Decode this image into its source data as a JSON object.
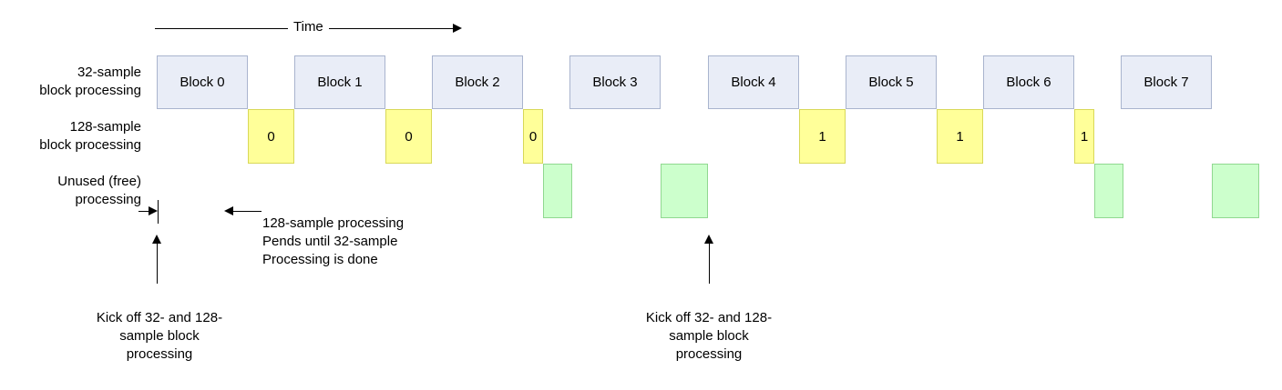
{
  "time_axis": {
    "label": "Time"
  },
  "rows": {
    "row32_label": "32-sample\nblock processing",
    "row128_label": "128-sample\nblock processing",
    "unused_label": "Unused (free)\nprocessing"
  },
  "blocks32": [
    {
      "label": "Block 0"
    },
    {
      "label": "Block 1"
    },
    {
      "label": "Block 2"
    },
    {
      "label": "Block 3"
    },
    {
      "label": "Block 4"
    },
    {
      "label": "Block 5"
    },
    {
      "label": "Block 6"
    },
    {
      "label": "Block 7"
    }
  ],
  "blocks128": [
    {
      "label": "0"
    },
    {
      "label": "0"
    },
    {
      "label": "0"
    },
    {
      "label": "1"
    },
    {
      "label": "1"
    },
    {
      "label": "1"
    }
  ],
  "annotations": {
    "pend": "128-sample processing\nPends until 32-sample\nProcessing is done",
    "kickoff1": "Kick off 32- and 128-\nsample block\nprocessing",
    "kickoff2": "Kick off 32- and 128-\nsample block\nprocessing"
  },
  "colors": {
    "block32_fill": "#E9EDF7",
    "block32_border": "#A9B4CE",
    "block128_fill": "#FFFF99",
    "block128_border": "#D8D858",
    "unused_fill": "#CCFFCC",
    "unused_border": "#90D890",
    "arrow": "#000000"
  }
}
